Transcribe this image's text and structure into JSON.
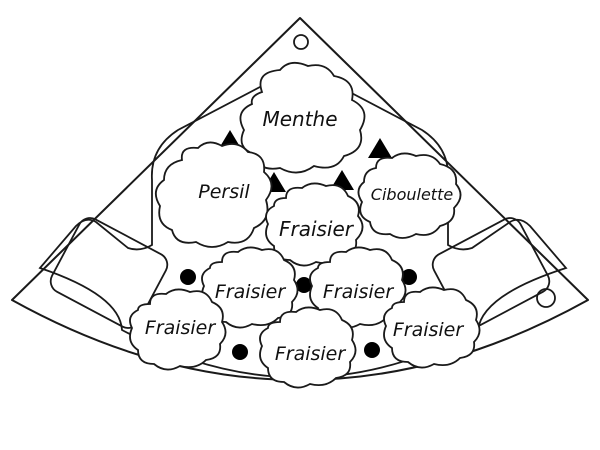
{
  "colors": {
    "stroke": "#1a1a1a",
    "marker_fill": "#000000",
    "background": "#ffffff"
  },
  "plants": {
    "menthe": "Menthe",
    "persil": "Persil",
    "ciboulette": "Ciboulette",
    "fraisier_center": "Fraisier",
    "fraisier_mid_left": "Fraisier",
    "fraisier_mid_right": "Fraisier",
    "fraisier_low_left": "Fraisier",
    "fraisier_low_center": "Fraisier",
    "fraisier_low_right": "Fraisier"
  },
  "markers": {
    "triangle_icon": "black-triangle",
    "dot_icon": "black-dot"
  }
}
